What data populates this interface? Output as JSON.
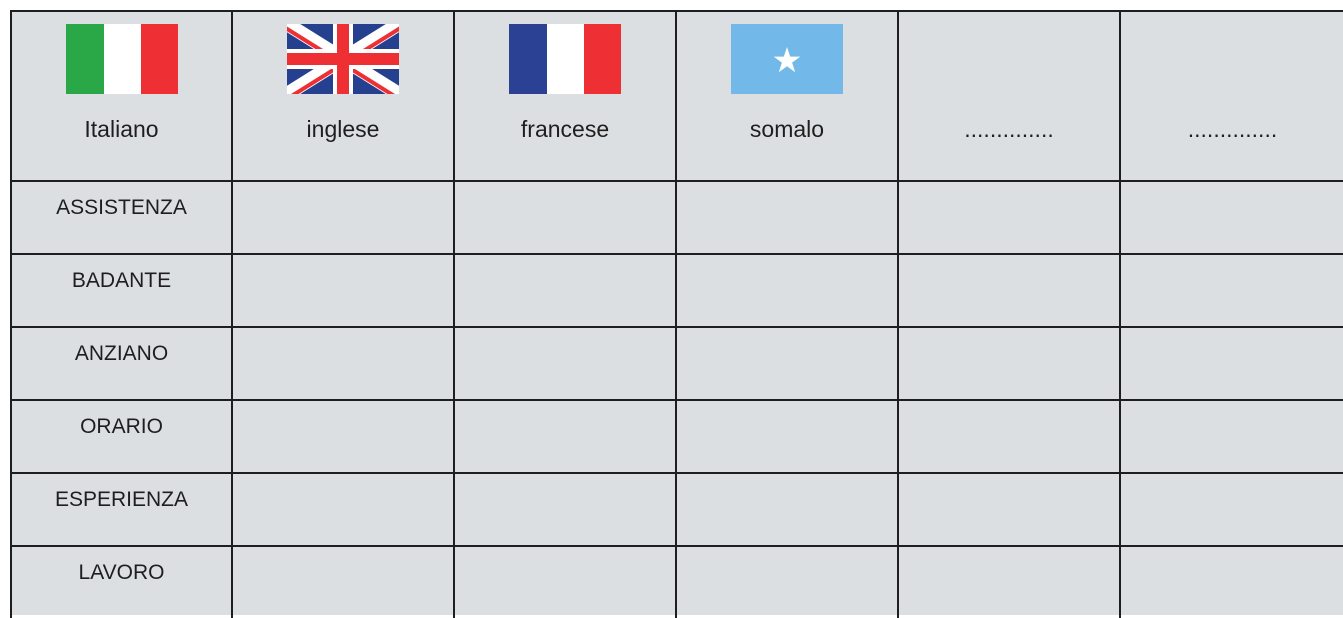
{
  "header": {
    "columns": [
      {
        "label": "Italiano",
        "flag": "italy-flag-icon",
        "colors": [
          "#2aa847",
          "#ffffff",
          "#ee3035"
        ]
      },
      {
        "label": "inglese",
        "flag": "uk-flag-icon",
        "colors": [
          "#25408f",
          "#ffffff",
          "#ee3035"
        ]
      },
      {
        "label": "francese",
        "flag": "france-flag-icon",
        "colors": [
          "#2b4194",
          "#ffffff",
          "#ee3035"
        ]
      },
      {
        "label": "somalo",
        "flag": "somalia-flag-icon",
        "colors": [
          "#72b8e8",
          "#ffffff"
        ]
      },
      {
        "label": "..............",
        "flag": null
      },
      {
        "label": "..............",
        "flag": null
      }
    ]
  },
  "rows": [
    {
      "word": "ASSISTENZA"
    },
    {
      "word": "BADANTE"
    },
    {
      "word": "ANZIANO"
    },
    {
      "word": "ORARIO"
    },
    {
      "word": "ESPERIENZA"
    },
    {
      "word": "LAVORO"
    }
  ],
  "colors": {
    "cell_background": "#dcdfe2",
    "border": "#1e1e1e",
    "text": "#1e1e1e"
  }
}
